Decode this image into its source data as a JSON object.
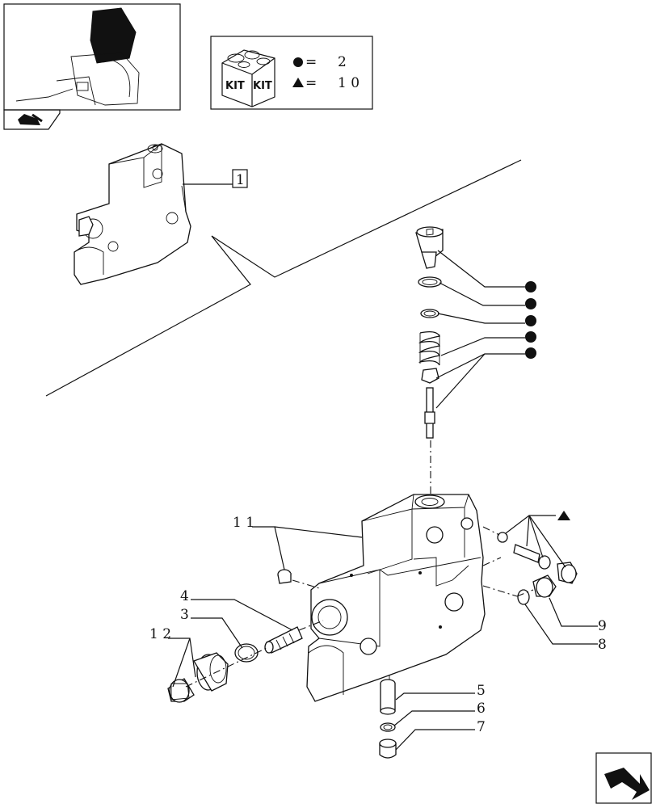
{
  "kit_legend": {
    "kit_labels": [
      "KIT",
      "KIT"
    ],
    "circle_symbol": "●",
    "circle_eq": "=",
    "circle_value": "2",
    "triangle_symbol": "▲",
    "triangle_eq": "=",
    "triangle_value": "1 0"
  },
  "assembly_ref": "1",
  "callouts": {
    "p11": "1 1",
    "p12": "1 2",
    "p3": "3",
    "p4": "4",
    "p5": "5",
    "p6": "6",
    "p7": "7",
    "p8": "8",
    "p9": "9"
  },
  "colors": {
    "ink": "#111111",
    "background": "#ffffff"
  }
}
